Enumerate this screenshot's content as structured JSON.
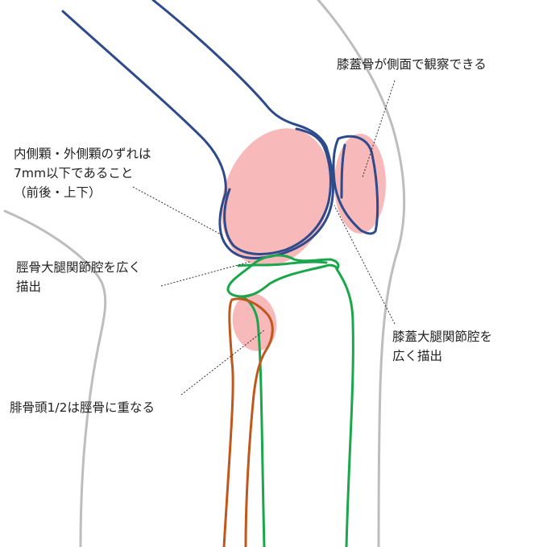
{
  "colors": {
    "skin": "#bdbdbd",
    "femur": "#2e4a8a",
    "patella": "#2e4a8a",
    "tibia": "#1aa64a",
    "fibula": "#c0571c",
    "highlight": "#f7b9b9",
    "text": "#222222"
  },
  "labels": {
    "patella": [
      "膝蓋骨が側面で観察できる"
    ],
    "condyles": [
      "内側顆・外側顆のずれは",
      "7mm以下であること",
      "（前後・上下）"
    ],
    "tibiofemoral": [
      "脛骨大腿関節腔を広く",
      "描出"
    ],
    "patellofemoral": [
      "膝蓋大腿関節腔を",
      "広く描出"
    ],
    "fibula": [
      "腓骨頭1/2は脛骨に重なる"
    ]
  }
}
